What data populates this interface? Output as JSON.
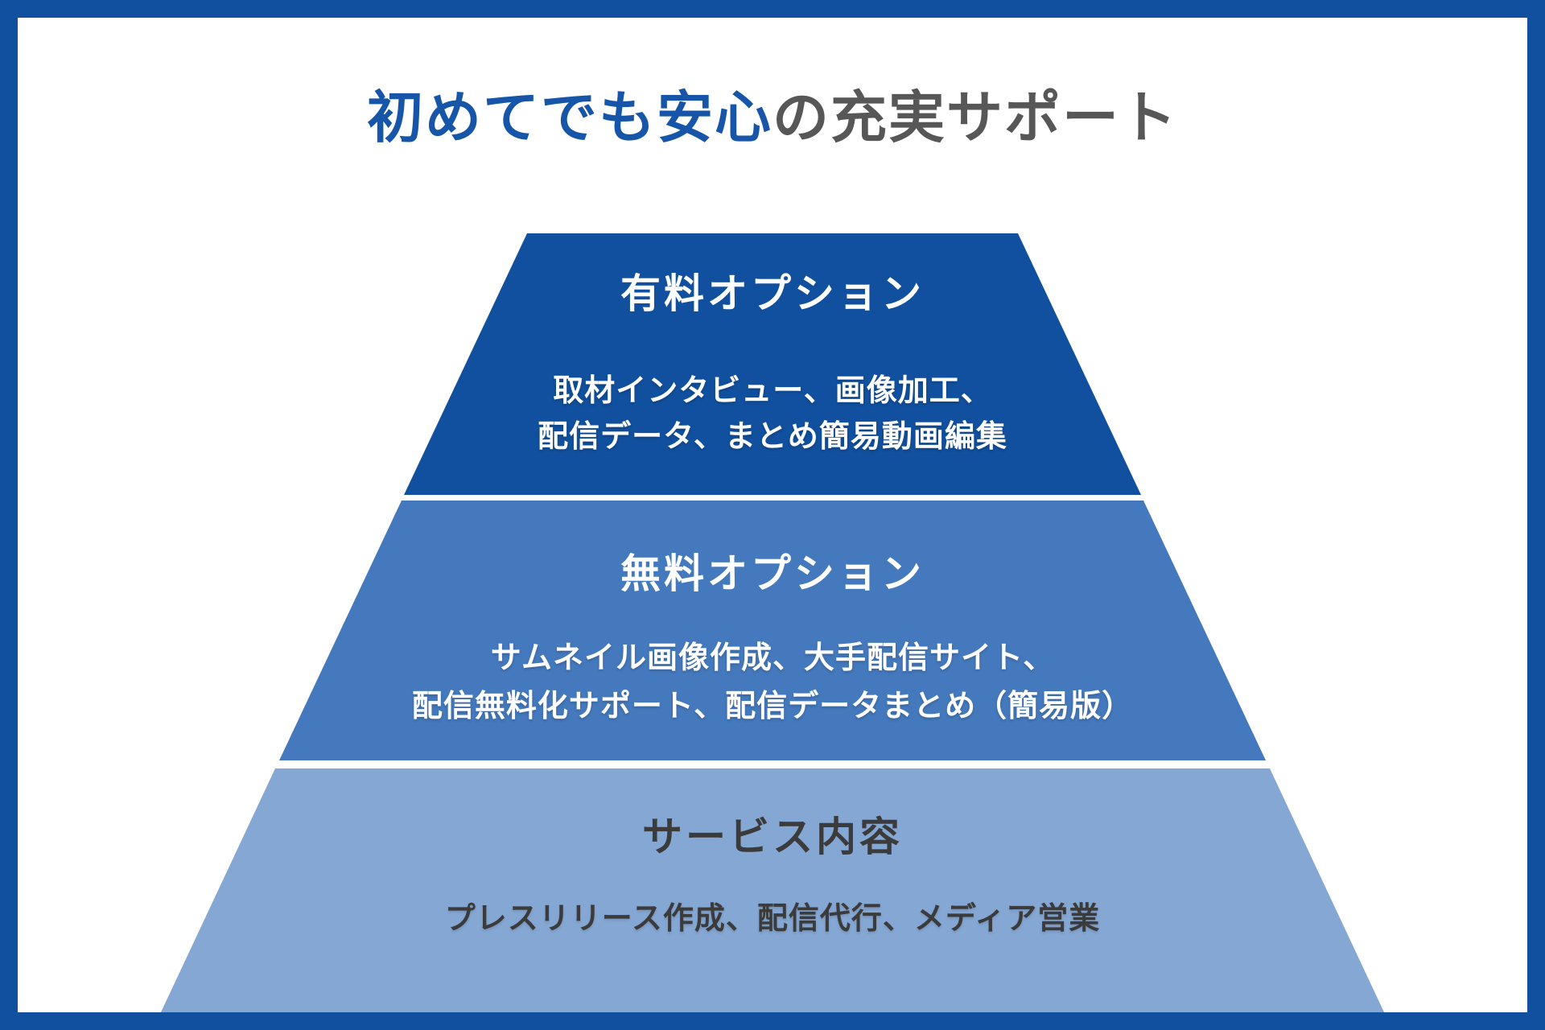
{
  "title": {
    "highlight": "初めてでも安心",
    "rest": "の充実サポート",
    "full": "初めてでも安心の充実サポート"
  },
  "pyramid": {
    "tiers": [
      {
        "name": "paid-options",
        "heading": "有料オプション",
        "lines": [
          "取材インタビュー、画像加工、",
          "配信データ、まとめ簡易動画編集"
        ],
        "fill": "#11509E",
        "text_color": "#FFFFFF"
      },
      {
        "name": "free-options",
        "heading": "無料オプション",
        "lines": [
          "サムネイル画像作成、大手配信サイト、",
          "配信無料化サポート、配信データまとめ（簡易版）"
        ],
        "fill": "#4479BD",
        "text_color": "#FFFFFF"
      },
      {
        "name": "service-contents",
        "heading": "サービス内容",
        "lines": [
          "プレスリリース作成、配信代行、メディア営業"
        ],
        "fill": "#85A7D3",
        "text_color": "#3B3B3B"
      }
    ]
  },
  "colors": {
    "frame": "#11509E",
    "background": "#FFFFFF",
    "title_highlight": "#1655A8",
    "title_rest": "#575757"
  }
}
